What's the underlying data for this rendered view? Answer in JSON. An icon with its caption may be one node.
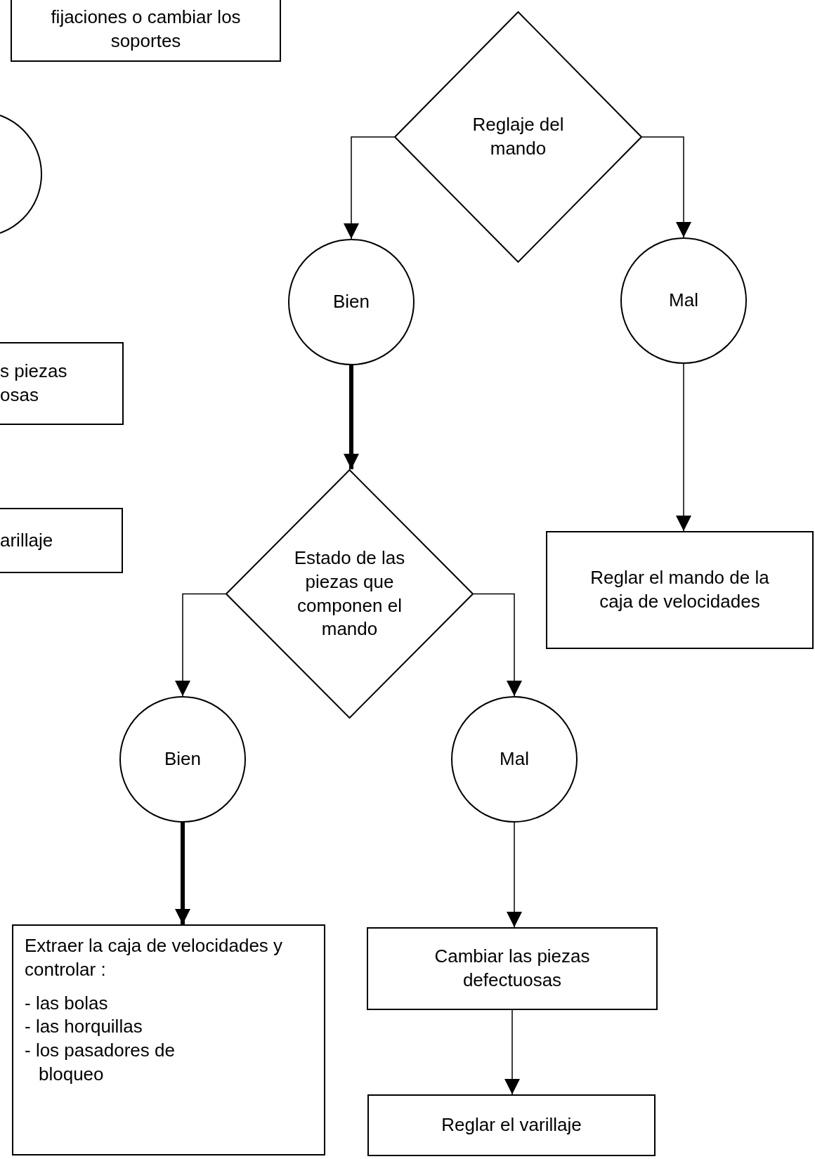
{
  "diagram": {
    "nodes": [
      {
        "text": [
          "fijaciones o cambiar los soportes"
        ]
      },
      {
        "text": [],
        "shape": "circle"
      },
      {
        "text": [
          "s piezas osas"
        ]
      },
      {
        "text": [
          "arillaje"
        ]
      },
      {
        "text": [
          "Reglaje del mando"
        ]
      },
      {
        "text": [
          "Bien"
        ]
      },
      {
        "text": [
          "Mal"
        ]
      },
      {
        "text": [
          "Estado de las piezas que componen el mando"
        ]
      },
      {
        "text": [
          "Reglar el mando de la caja de velocidades"
        ]
      },
      {
        "text": [
          "Bien"
        ]
      },
      {
        "text": [
          "Mal"
        ]
      },
      {
        "text": [
          "Extraer la caja de velocidades y controlar :",
          "- las bolas",
          "- las horquillas",
          "- los pasadores de bloqueo"
        ]
      },
      {
        "text": [
          "Cambiar las piezas defectuosas"
        ]
      },
      {
        "text": [
          "Reglar el varillaje"
        ]
      }
    ],
    "edges": [
      {
        "from": 4,
        "to": 5,
        "arrow": "to"
      },
      {
        "from": 4,
        "to": 6,
        "arrow": "to"
      },
      {
        "from": 5,
        "to": 7,
        "arrow": "to",
        "style": "thick"
      },
      {
        "from": 6,
        "to": 8,
        "arrow": "to"
      },
      {
        "from": 7,
        "to": 9,
        "arrow": "to"
      },
      {
        "from": 7,
        "to": 10,
        "arrow": "to"
      },
      {
        "from": 9,
        "to": 11,
        "arrow": "to",
        "style": "thick"
      },
      {
        "from": 10,
        "to": 12,
        "arrow": "to"
      },
      {
        "from": 12,
        "to": 13,
        "arrow": "to"
      }
    ]
  }
}
